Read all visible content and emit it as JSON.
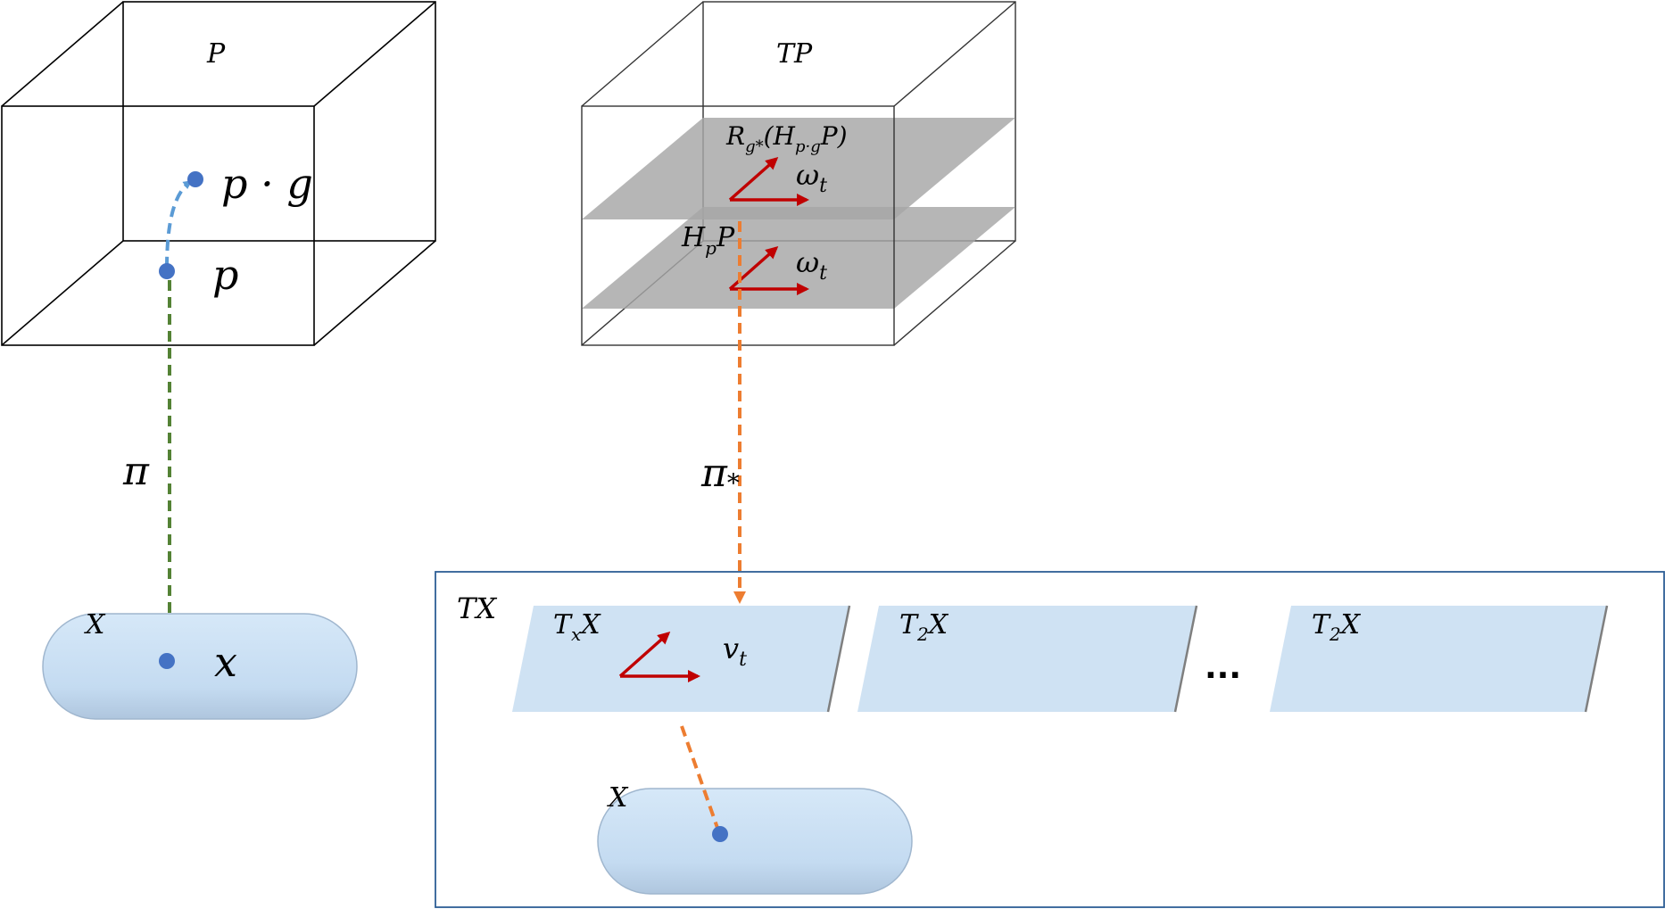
{
  "colors": {
    "blue_point": "#4472C4",
    "blue_arrow": "#5B9BD5",
    "green_arrow": "#548235",
    "orange_arrow": "#ED7D31",
    "red_vector": "#C00000",
    "plane_gray": "#A6A6A6",
    "tangent_blue": "#CFE2F3",
    "frame_blue": "#2E5E95"
  },
  "labels": {
    "P": "P",
    "TP": "TP",
    "p_dot_g": "p · g",
    "p": "p",
    "R_base": "R",
    "R_sub": "g*",
    "R_paren_open": "(H",
    "R_inner_sub": "p·g",
    "R_tail": "P)",
    "H_base": "H",
    "H_sub": "p",
    "H_tail": "P",
    "omega_base": "ω",
    "omega_sub": "t",
    "pi": "π",
    "pi_star_base": "π",
    "pi_star_sub": "*",
    "X": "X",
    "x": "x",
    "TX": "TX",
    "TxX_base": "T",
    "TxX_sub": "x",
    "TxX_tail": "X",
    "T2X_base": "T",
    "T2X_sub": "2",
    "T2X_tail": "X",
    "v_base": "v",
    "v_sub": "t",
    "ellipsis": "..."
  }
}
